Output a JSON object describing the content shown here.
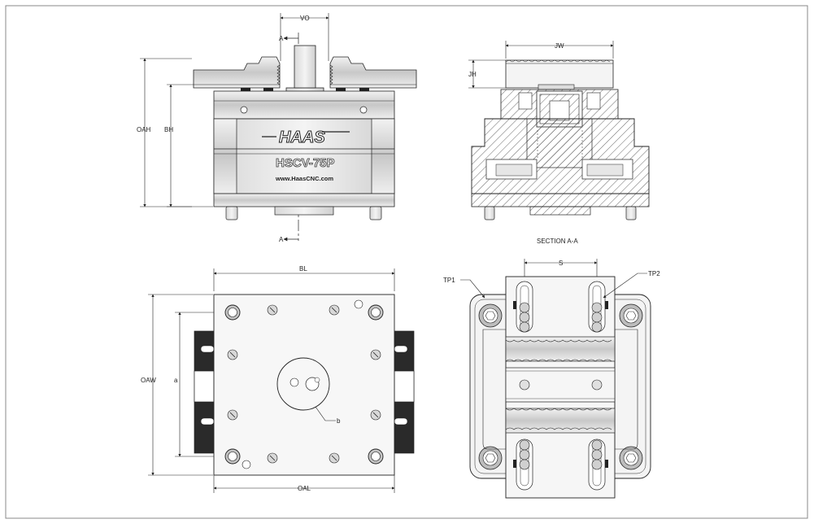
{
  "title_block": {
    "logo": "HAAS",
    "model": "HSCV-75P",
    "website": "www.HaasCNC.com"
  },
  "labels": {
    "vo": "VO",
    "oah": "OAH",
    "bh": "BH",
    "section_marker": "A",
    "jw": "JW",
    "jh": "JH",
    "section_title": "SECTION A-A",
    "bl": "BL",
    "oaw": "OAW",
    "a": "a",
    "b": "b",
    "oal": "OAL",
    "s": "S",
    "tp1": "TP1",
    "tp2": "TP2"
  },
  "colors": {
    "line": "#222222",
    "fill_dark": "#2a2a2a",
    "fill_mid": "#b9b9b9",
    "fill_light": "#e8e8e8"
  }
}
